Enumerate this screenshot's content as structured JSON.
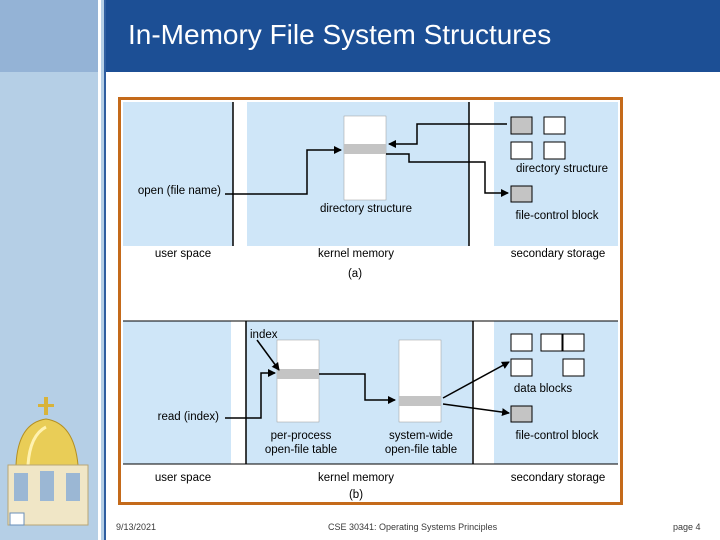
{
  "slide": {
    "title": "In-Memory File System Structures"
  },
  "diagram_a": {
    "open_label": "open (file name)",
    "directory_structure_kernel": "directory structure",
    "directory_structure_storage": "directory structure",
    "file_control_block": "file-control block",
    "user_space": "user space",
    "kernel_memory": "kernel memory",
    "secondary_storage": "secondary storage",
    "caption": "(a)"
  },
  "diagram_b": {
    "index_label": "index",
    "read_label": "read (index)",
    "per_process_line1": "per-process",
    "per_process_line2": "open-file table",
    "system_wide_line1": "system-wide",
    "system_wide_line2": "open-file table",
    "data_blocks": "data blocks",
    "file_control_block": "file-control block",
    "user_space": "user space",
    "kernel_memory": "kernel memory",
    "secondary_storage": "secondary storage",
    "caption": "(b)"
  },
  "footer": {
    "date": "9/13/2021",
    "course": "CSE 30341: Operating Systems Principles",
    "page": "page 4"
  },
  "colors": {
    "title_bar": "#1c4f95",
    "left_band": "#b5cfe6",
    "region_fill": "#cfe6f8",
    "frame_border": "#c46a1a",
    "highlight_gray": "#c4c4c4"
  }
}
